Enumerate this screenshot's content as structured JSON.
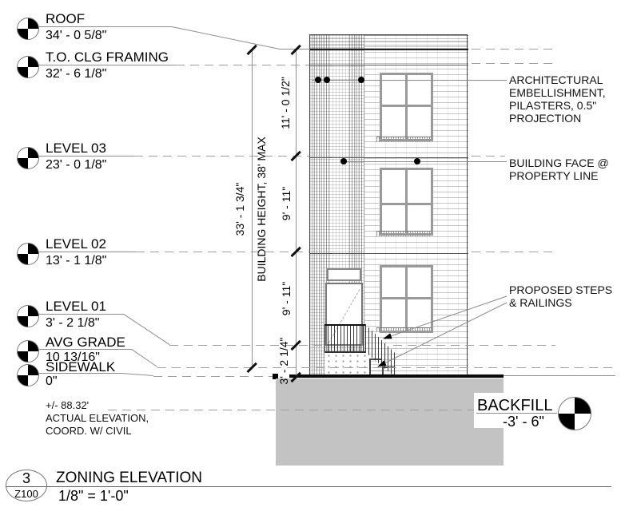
{
  "drawing": {
    "levels": [
      {
        "name": "ROOF",
        "elevation": "34' - 0 5/8\""
      },
      {
        "name": "T.O. CLG FRAMING",
        "elevation": "32' - 6 1/8\""
      },
      {
        "name": "LEVEL 03",
        "elevation": "23' - 0 1/8\""
      },
      {
        "name": "LEVEL 02",
        "elevation": "13' - 1 1/8\""
      },
      {
        "name": "LEVEL 01",
        "elevation": "3' - 2 1/8\""
      },
      {
        "name": "AVG GRADE",
        "elevation": "10 13/16\""
      },
      {
        "name": "SIDEWALK",
        "elevation": "0\""
      }
    ],
    "dims": {
      "overall_value": "33' - 1 3/4\"",
      "overall_label": "BUILDING HEIGHT, 38' MAX",
      "segments": [
        "11' - 0 1/2\"",
        "9' - 11\"",
        "9' - 11\"",
        "3' - 2 1/4\""
      ]
    },
    "annotations": {
      "embellishment": "ARCHITECTURAL\nEMBELLISHMENT,\nPILASTERS, 0.5\"\nPROJECTION",
      "building_face": "BUILDING FACE @\nPROPERTY LINE",
      "steps": "PROPOSED STEPS\n& RAILINGS",
      "site_note": "+/- 88.32'\nACTUAL ELEVATION,\nCOORD. W/ CIVIL",
      "backfill_label": "BACKFILL",
      "backfill_elevation": "-3' - 6\""
    },
    "title_block": {
      "detail_number": "3",
      "sheet_number": "Z100",
      "title": "ZONING ELEVATION",
      "scale": "1/8\" = 1'-0\""
    },
    "colors": {
      "backfill_fill": "#c3c3c3",
      "line_gray": "#8f8f8f",
      "ink": "#000000"
    }
  }
}
